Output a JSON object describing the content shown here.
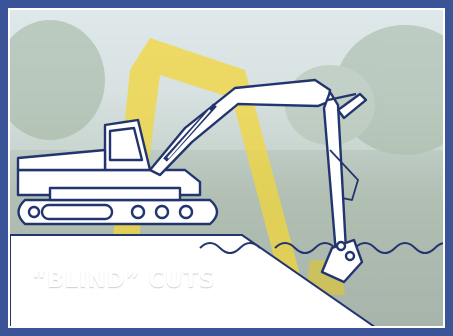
{
  "caption": "“BLIND” CUTS",
  "colors": {
    "frame": "#3a5497",
    "outline": "#23356f",
    "highlight_arm": "#f2d63a",
    "water_bg": "#b8c4b8"
  },
  "icons": [
    "excavator-outline",
    "water-wave",
    "bank-slope"
  ]
}
